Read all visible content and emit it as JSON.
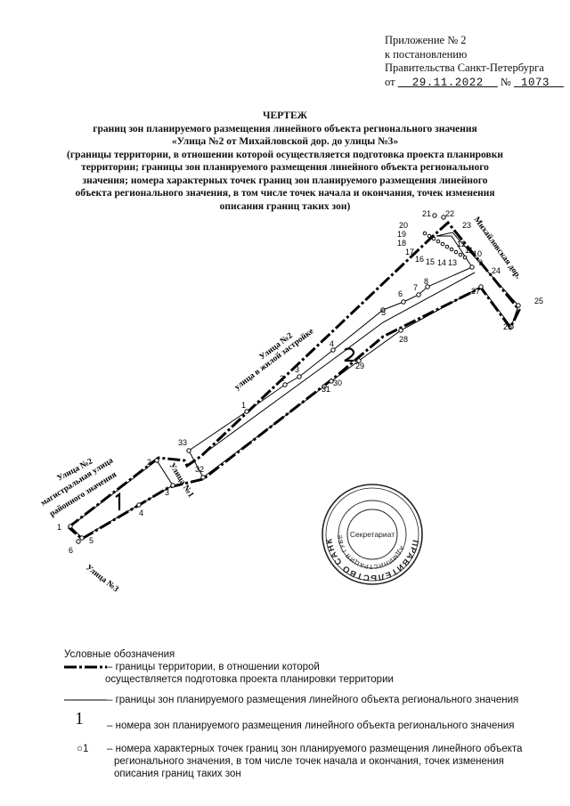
{
  "appendix": {
    "line1": "Приложение № 2",
    "line2": "к постановлению",
    "line3": "Правительства Санкт-Петербурга",
    "from_label": "от",
    "date": "29.11.2022",
    "num_label": "№",
    "number": "1073"
  },
  "title": {
    "heading": "ЧЕРТЕЖ",
    "line1": "границ зон планируемого размещения линейного объекта регионального значения",
    "line2": "«Улица №2 от Михайловской дор. до улицы №3»",
    "line3": "(границы территории, в отношении которой осуществляется подготовка проекта планировки",
    "line4": "территории; границы зон планируемого размещения линейного объекта регионального",
    "line5": "значения; номера характерных точек границ зон планируемого размещения линейного",
    "line6": "объекта регионального значения, в том числе точек начала и окончания, точек изменения",
    "line7": "описания границ таких зон)"
  },
  "drawing": {
    "street_labels": {
      "street2_residential_1": "Улица №2",
      "street2_residential_2": "улица в жилой застройке",
      "street2_main_1": "Улица №2",
      "street2_main_2": "магистральная улица",
      "street2_main_3": "районного значения",
      "street1": "Улица №1",
      "street3": "Улица №3",
      "mikhailovskaya": "Михайловская дор."
    },
    "zone_numbers": [
      "1",
      "2"
    ],
    "zone2_points": [
      "1",
      "2",
      "3",
      "4",
      "5",
      "6",
      "7",
      "8",
      "9",
      "10",
      "11",
      "12",
      "13",
      "14",
      "15",
      "16",
      "17",
      "18",
      "19",
      "20",
      "21",
      "22",
      "23",
      "24",
      "25",
      "26",
      "27",
      "28",
      "29",
      "30",
      "31",
      "32",
      "33"
    ],
    "zone1_points": [
      "1",
      "2",
      "3",
      "4",
      "5",
      "6"
    ]
  },
  "stamp": {
    "ring_text": "ПРАВИТЕЛЬСТВО САНКТ-ПЕТЕРБУРГА",
    "inner_ring_text": "АДМИНИСТРАЦИЯ ГУБЕРНАТОРА",
    "center": "Секретариат"
  },
  "legend": {
    "heading": "Условные обозначения",
    "item1_line1": "– границы территории, в отношении которой",
    "item1_line2": "осуществляется подготовка проекта планировки территории",
    "item2": "– границы зон планируемого размещения линейного объекта регионального значения",
    "item3_symbol": "1",
    "item3": "– номера зон планируемого размещения линейного объекта регионального значения",
    "item4_symbol": "○1",
    "item4_line1": "– номера характерных точек границ зон планируемого размещения линейного объекта",
    "item4_line2": "регионального значения, в том числе точек начала и окончания, точек изменения",
    "item4_line3": "описания границ таких зон"
  }
}
